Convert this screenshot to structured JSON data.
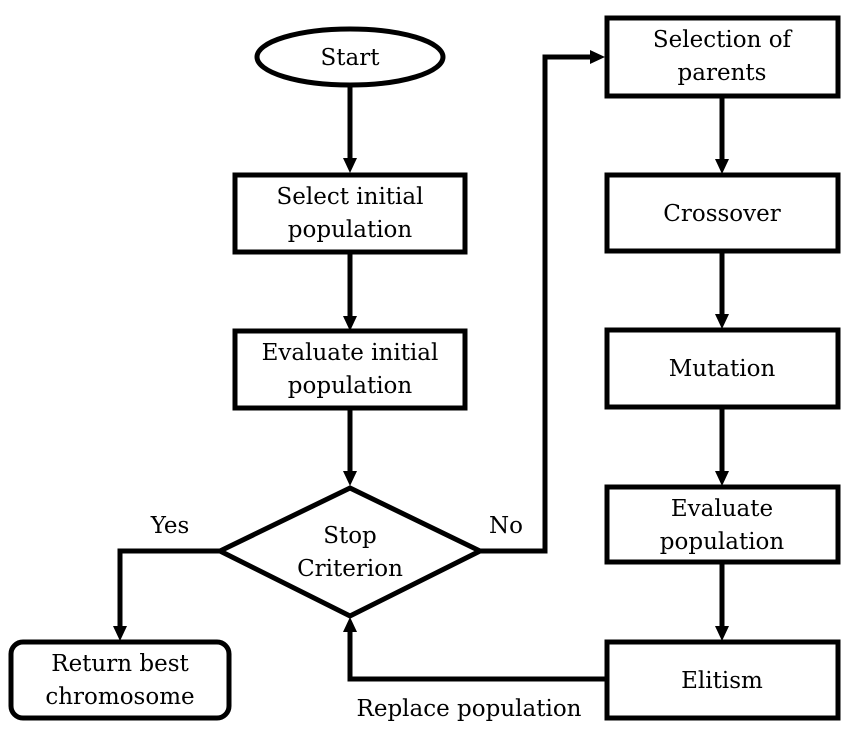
{
  "nodes": {
    "start": {
      "lines": [
        "Start"
      ]
    },
    "select_initial": {
      "lines": [
        "Select initial",
        "population"
      ]
    },
    "evaluate_initial": {
      "lines": [
        "Evaluate initial",
        "population"
      ]
    },
    "stop_criterion": {
      "lines": [
        "Stop",
        "Criterion"
      ]
    },
    "return_best": {
      "lines": [
        "Return best",
        "chromosome"
      ]
    },
    "selection_parents": {
      "lines": [
        "Selection of",
        "parents"
      ]
    },
    "crossover": {
      "lines": [
        "Crossover"
      ]
    },
    "mutation": {
      "lines": [
        "Mutation"
      ]
    },
    "evaluate_population": {
      "lines": [
        "Evaluate",
        "population"
      ]
    },
    "elitism": {
      "lines": [
        "Elitism"
      ]
    }
  },
  "edge_labels": {
    "yes": "Yes",
    "no": "No",
    "replace_population": "Replace population"
  }
}
